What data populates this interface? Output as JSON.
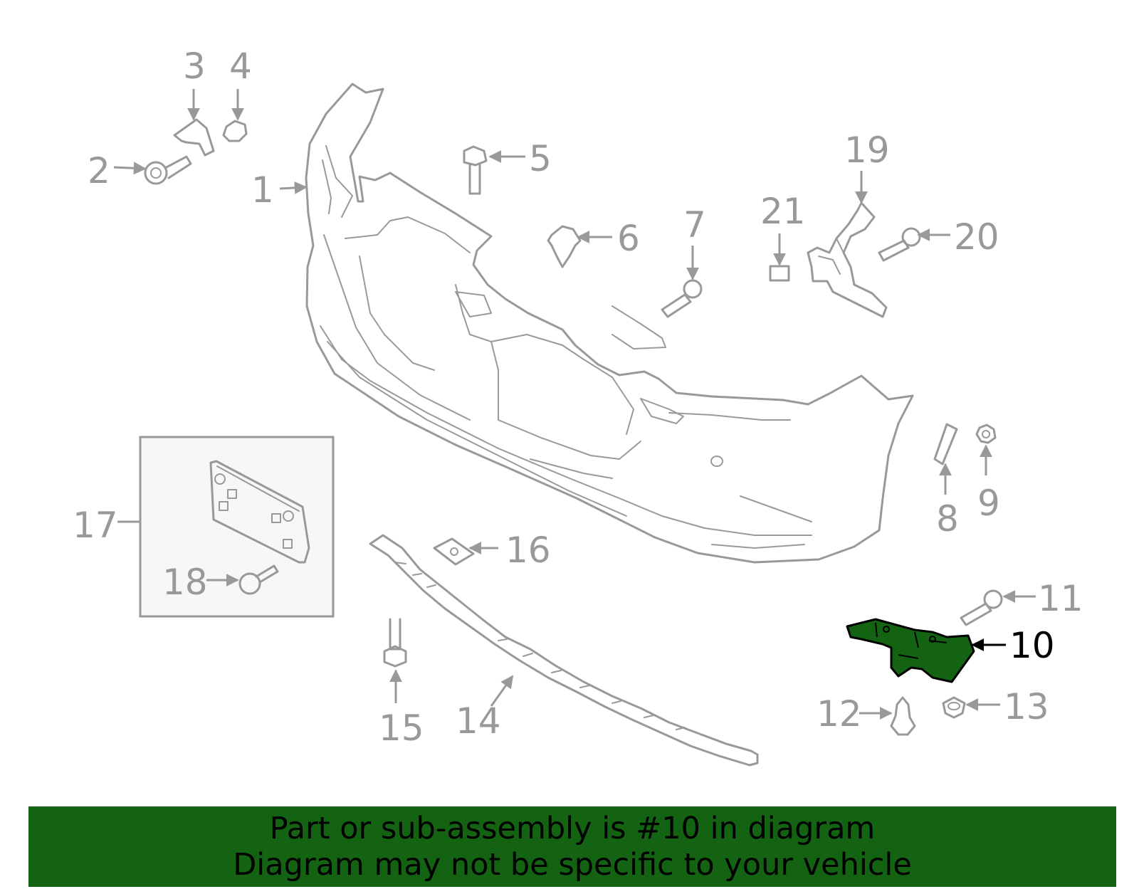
{
  "diagram": {
    "callouts": [
      "1",
      "2",
      "3",
      "4",
      "5",
      "6",
      "7",
      "8",
      "9",
      "10",
      "11",
      "12",
      "13",
      "14",
      "15",
      "16",
      "17",
      "18",
      "19",
      "20",
      "21"
    ],
    "highlighted_part": "10"
  },
  "colors": {
    "line": "#999999",
    "highlight_fill": "#136312",
    "highlight_label": "#000000",
    "banner_background": "#136312",
    "inset_background": "#f7f7f7"
  },
  "banner": {
    "line1": "Part or sub-assembly is #10 in diagram",
    "line2": "Diagram may not be specific to your vehicle"
  }
}
